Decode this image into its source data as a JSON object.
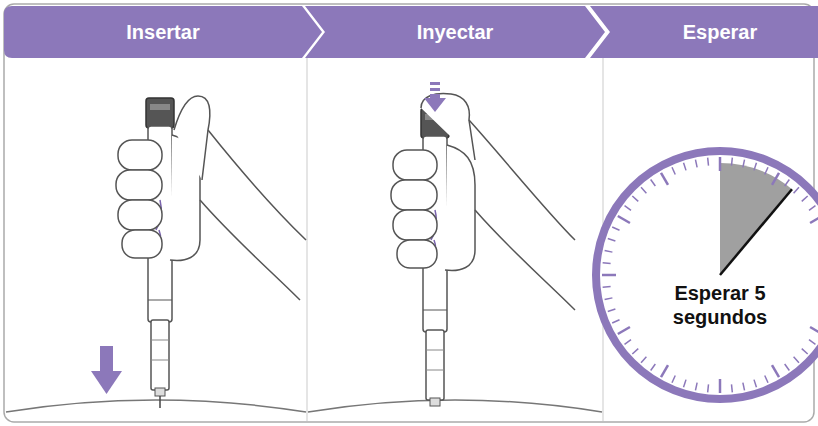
{
  "diagram": {
    "nodes": [
      {
        "text": [
          "Insertar"
        ]
      },
      {
        "text": [
          "Inyectar"
        ]
      },
      {
        "text": [
          "Esperar"
        ]
      },
      {
        "text": [
          "Esperar 5 segundos"
        ]
      }
    ]
  }
}
